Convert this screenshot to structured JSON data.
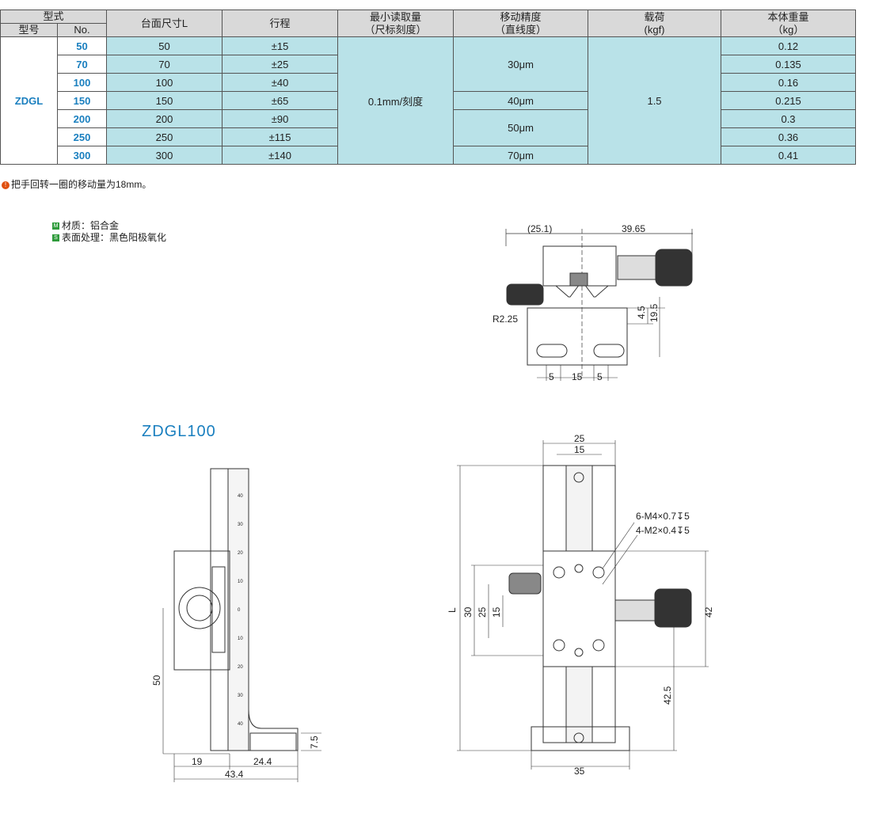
{
  "table": {
    "header_type": "型式",
    "header_model": "型号",
    "header_no": "No.",
    "header_size": "台面尺寸L",
    "header_stroke": "行程",
    "header_read_1": "最小读取量",
    "header_read_2": "（尺标刻度）",
    "header_acc_1": "移动精度",
    "header_acc_2": "（直线度）",
    "header_load_1": "载荷",
    "header_load_2": "(kgf)",
    "header_weight_1": "本体重量",
    "header_weight_2": "（kg）",
    "model": "ZDGL",
    "read": "0.1mm/刻度",
    "load": "1.5",
    "acc_30": "30μm",
    "acc_40": "40μm",
    "acc_50": "50μm",
    "acc_70": "70μm",
    "rows": [
      {
        "no": "50",
        "size": "50",
        "stroke": "±15",
        "weight": "0.12"
      },
      {
        "no": "70",
        "size": "70",
        "stroke": "±25",
        "weight": "0.135"
      },
      {
        "no": "100",
        "size": "100",
        "stroke": "±40",
        "weight": "0.16"
      },
      {
        "no": "150",
        "size": "150",
        "stroke": "±65",
        "weight": "0.215"
      },
      {
        "no": "200",
        "size": "200",
        "stroke": "±90",
        "weight": "0.3"
      },
      {
        "no": "250",
        "size": "250",
        "stroke": "±115",
        "weight": "0.36"
      },
      {
        "no": "300",
        "size": "300",
        "stroke": "±140",
        "weight": "0.41"
      }
    ]
  },
  "note": "把手回转一圈的移动量为18mm。",
  "material": {
    "tag": "M",
    "text": "材质：铝合金"
  },
  "surface": {
    "tag": "S",
    "text": "表面处理：黑色阳极氧化"
  },
  "drawing_title": "ZDGL100",
  "dims": {
    "top_left": "(25.1)",
    "top_right": "39.65",
    "r": "R2.25",
    "d45": "4.5",
    "d195": "19.5",
    "d5a": "5",
    "d15": "15",
    "d5b": "5",
    "side_50": "50",
    "side_19": "19",
    "side_244": "24.4",
    "side_434": "43.4",
    "side_75": "7.5",
    "f_25": "25",
    "f_15": "15",
    "f_L": "L",
    "f_30": "30",
    "f_25b": "25",
    "f_15b": "15",
    "f_42": "42",
    "f_425": "42.5",
    "f_35": "35",
    "thread1": "6-M4×0.7↧5",
    "thread2": "4-M2×0.4↧5"
  },
  "scale": [
    "40",
    "30",
    "20",
    "10",
    "0",
    "10",
    "20",
    "30",
    "40"
  ]
}
